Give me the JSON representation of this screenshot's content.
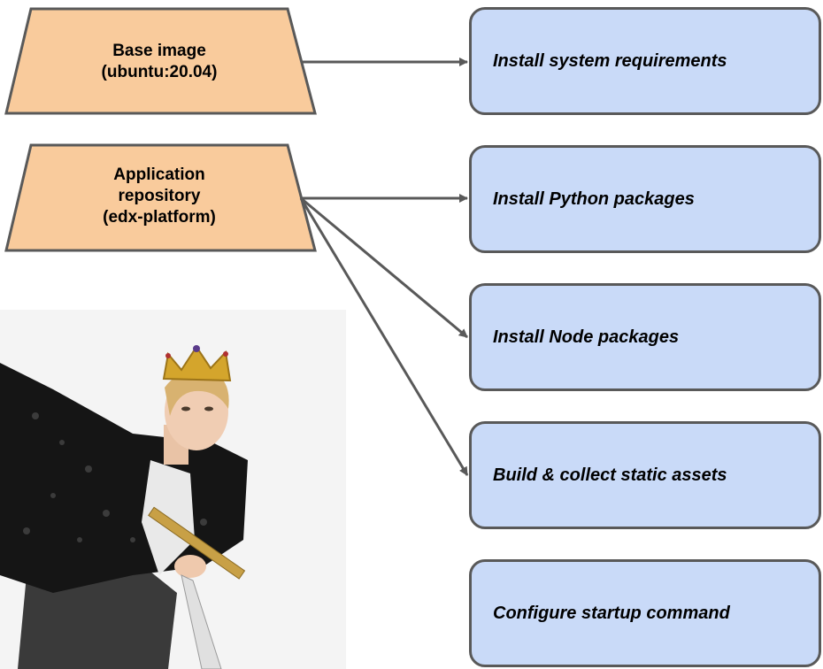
{
  "colors": {
    "source_fill": "#f9cb9c",
    "step_fill": "#c9daf8",
    "border": "#595959",
    "arrow": "#595959"
  },
  "sources": [
    {
      "lines": [
        "Base image",
        "(ubuntu:20.04)"
      ]
    },
    {
      "lines": [
        "Application",
        "repository",
        "(edx-platform)"
      ]
    }
  ],
  "steps": [
    {
      "label": "Install system requirements"
    },
    {
      "label": "Install Python packages"
    },
    {
      "label": "Install Node packages"
    },
    {
      "label": "Build & collect static assets"
    },
    {
      "label": "Configure startup command"
    }
  ],
  "photo": {
    "subject": "person wearing a gold crown holding a sword"
  }
}
